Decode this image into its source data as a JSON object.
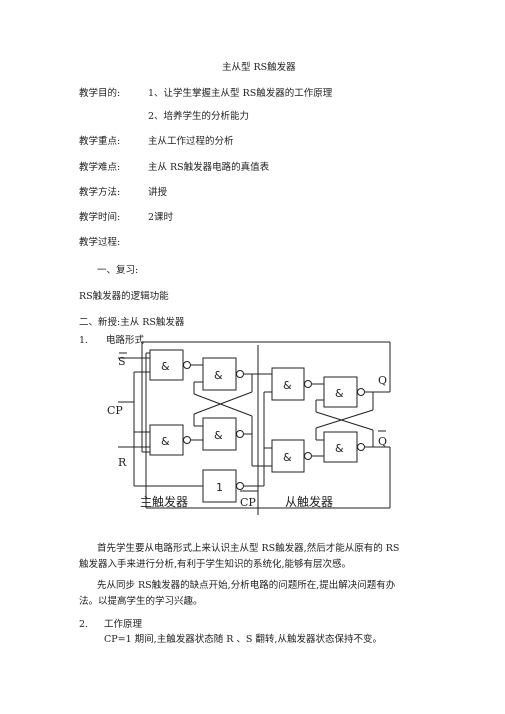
{
  "doc": {
    "title": "主从型 RS触发器",
    "rows": [
      {
        "label": "教学目的:",
        "value": "1、让学生掌握主从型 RS触发器的工作原理"
      },
      {
        "label": "",
        "value": "2、培养学生的分析能力"
      },
      {
        "label": "教学重点:",
        "value": "主从工作过程的分析"
      },
      {
        "label": "教学难点:",
        "value": "主从 RS触发器电路的真值表"
      },
      {
        "label": "教学方法:",
        "value": "讲授"
      },
      {
        "label": "教学时间:",
        "value": "2课时"
      },
      {
        "label": "教学过程:",
        "value": ""
      }
    ],
    "review_heading": "一、复习:",
    "review_body": "RS触发器的逻辑功能",
    "new_heading": "二、新授:主从 RS触发器",
    "sub1_num": "1.",
    "sub1_title": "电路形式",
    "para1_line1": "首先学生要从电路形式上来认识主从型 RS触发器,然后才能从原有的 RS",
    "para1_line2": "触发器入手来进行分析,有利于学生知识的系统化,能够有层次感。",
    "para2_line1": "先从同步 RS触发器的缺点开始,分析电路的问题所在,提出解决问题有办",
    "para2_line2": "法。以提高学生的学习兴趣。",
    "sub2_num": "2.",
    "sub2_title": "工作原理",
    "principle": "CP=1 期间,主触发器状态随 R 、S 翻转,从触发器状态保持不变。"
  },
  "circuit": {
    "input_s": "S",
    "input_cp": "CP",
    "input_r": "R",
    "output_q": "Q",
    "output_qbar": "Q",
    "and_gate": "&",
    "not_gate": "1",
    "master_label": "主触发器",
    "cp_bar_label": "CP",
    "slave_label": "从触发器"
  }
}
